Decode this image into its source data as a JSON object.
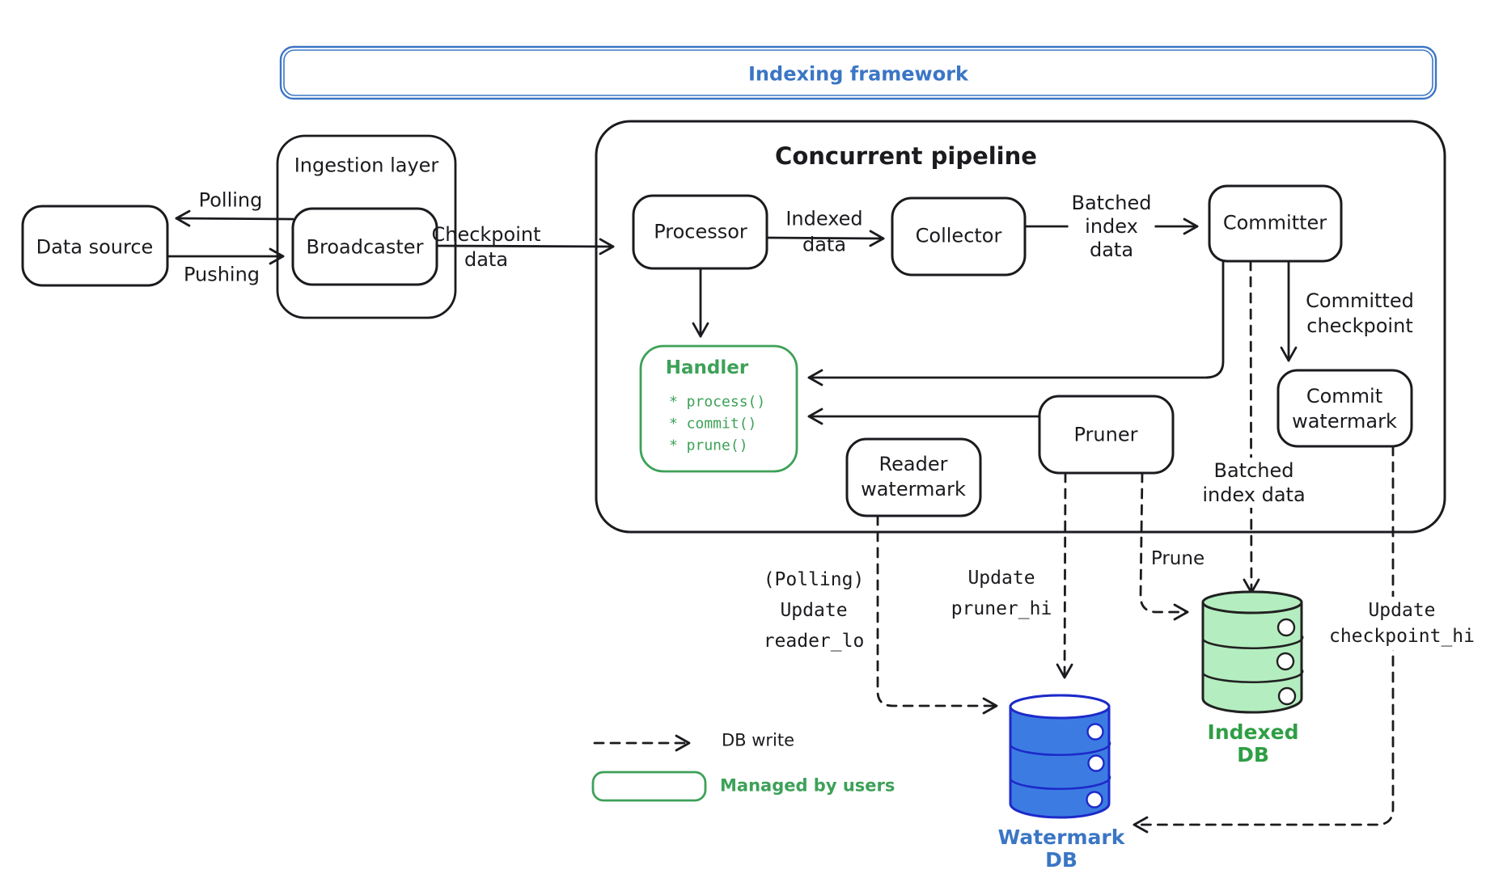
{
  "frame": {
    "title": "Indexing framework"
  },
  "pipeline": {
    "title": "Concurrent pipeline"
  },
  "nodes": {
    "data_source": "Data source",
    "ingestion_layer": "Ingestion layer",
    "broadcaster": "Broadcaster",
    "processor": "Processor",
    "collector": "Collector",
    "committer": "Committer",
    "commit_watermark": "Commit\nwatermark",
    "handler": {
      "title": "Handler",
      "methods": "* process()\n* commit()\n* prune()"
    },
    "pruner": "Pruner",
    "reader_watermark": "Reader\nwatermark"
  },
  "edge_labels": {
    "polling": "Polling",
    "pushing": "Pushing",
    "checkpoint_data": "Checkpoint\ndata",
    "indexed_data": "Indexed\ndata",
    "batched_index_data_top": "Batched\nindex\ndata",
    "committed_checkpoint": "Committed\ncheckpoint",
    "polling_update_reader_lo": "(Polling)\nUpdate\nreader_lo",
    "update_pruner_hi": "Update\npruner_hi",
    "prune": "Prune",
    "batched_index_data_bottom": "Batched\nindex data",
    "update_checkpoint_hi": "Update\ncheckpoint_hi"
  },
  "databases": {
    "watermark_db": "Watermark\nDB",
    "indexed_db": "Indexed\nDB"
  },
  "legend": {
    "db_write": "DB write",
    "managed_by_users": "Managed by users"
  },
  "colors": {
    "ink": "#1b1b1f",
    "framework_blue": "#3b76c5",
    "user_green": "#3da158",
    "indexed_label_green": "#2f9e44",
    "watermark_db_fill": "#3c7ce2",
    "watermark_db_stroke": "#1d2ac9",
    "indexed_db_fill": "#b4eec0"
  }
}
